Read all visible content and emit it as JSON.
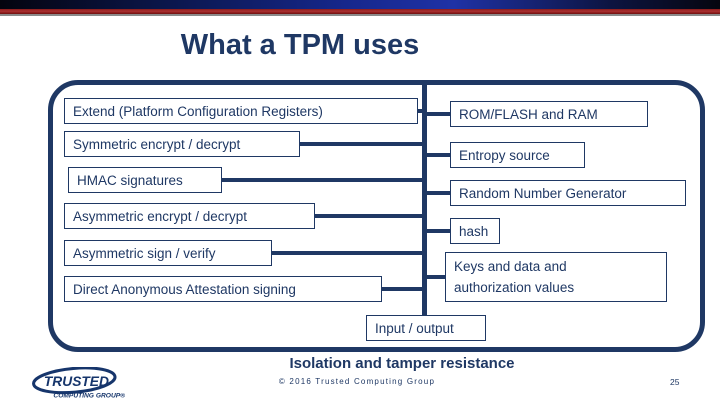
{
  "slide": {
    "title": "What a TPM uses",
    "page_number": "25",
    "footer": {
      "isolation_label": "Isolation and tamper resistance",
      "copyright": "© 2016 Trusted Computing Group"
    },
    "logo": {
      "line1": "TRUSTED",
      "line2": "COMPUTING GROUP®"
    },
    "colors": {
      "navy": "#1f3864",
      "banner_blue": "#1f32a6",
      "banner_red": "#a83030",
      "banner_gray": "#8a8a8a",
      "background": "#ffffff"
    }
  },
  "diagram": {
    "left_nodes": [
      {
        "label": "Extend (Platform Configuration Registers)"
      },
      {
        "label": "Symmetric encrypt / decrypt"
      },
      {
        "label": "HMAC signatures"
      },
      {
        "label": "Asymmetric encrypt / decrypt"
      },
      {
        "label": "Asymmetric sign / verify"
      },
      {
        "label": "Direct Anonymous Attestation signing"
      }
    ],
    "right_nodes": [
      {
        "label": "ROM/FLASH and RAM"
      },
      {
        "label": "Entropy source"
      },
      {
        "label": "Random Number Generator"
      },
      {
        "label": "hash"
      },
      {
        "line1": "Keys and data and",
        "line2": "authorization values"
      }
    ],
    "io_label": "Input / output"
  }
}
